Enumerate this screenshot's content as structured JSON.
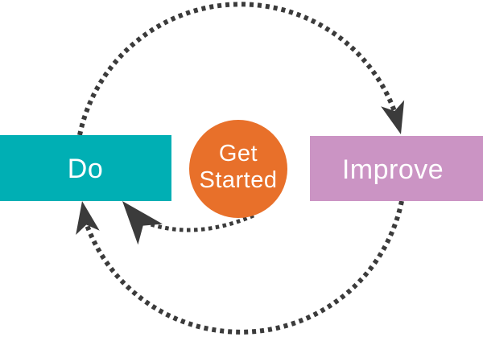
{
  "nodes": {
    "do": {
      "label": "Do",
      "color": "#00AFB4"
    },
    "get_started": {
      "line1": "Get",
      "line2": "Started",
      "color": "#E8702A"
    },
    "improve": {
      "label": "Improve",
      "color": "#CB94C4"
    }
  },
  "arrows": {
    "color": "#3B3B3B",
    "style": "dotted"
  },
  "background_color": "#FFFFFF",
  "text_color": "#FFFFFF"
}
